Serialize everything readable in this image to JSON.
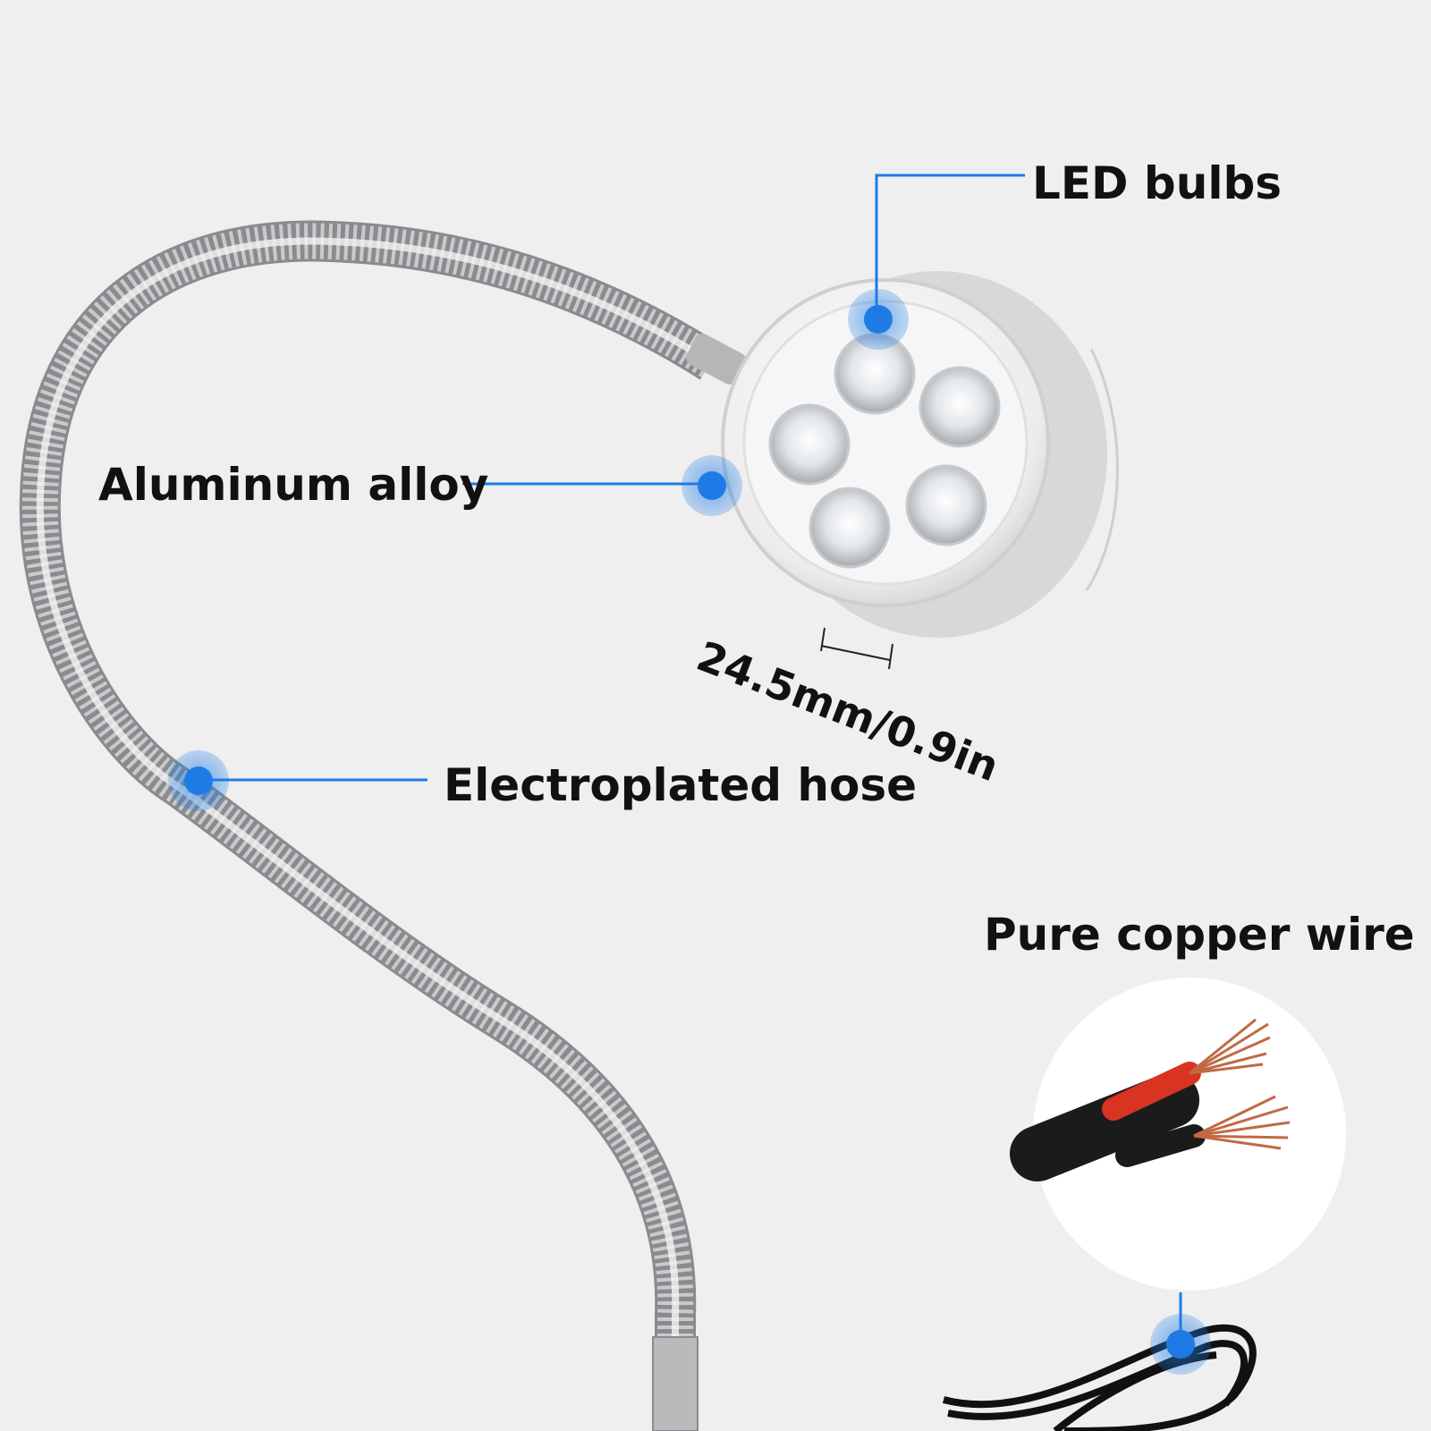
{
  "callouts": {
    "led_bulbs": "LED bulbs",
    "aluminum_alloy": "Aluminum alloy",
    "hose": "Electroplated hose",
    "copper_wire": "Pure copper wire"
  },
  "dimension": "24.5mm/0.9in",
  "colors": {
    "background": "#efefef",
    "accent_blue": "#1e7be6",
    "chrome": "#a9aaad",
    "wire_red": "#d93322",
    "wire_black": "#1b1b1b",
    "copper": "#c06a44"
  }
}
